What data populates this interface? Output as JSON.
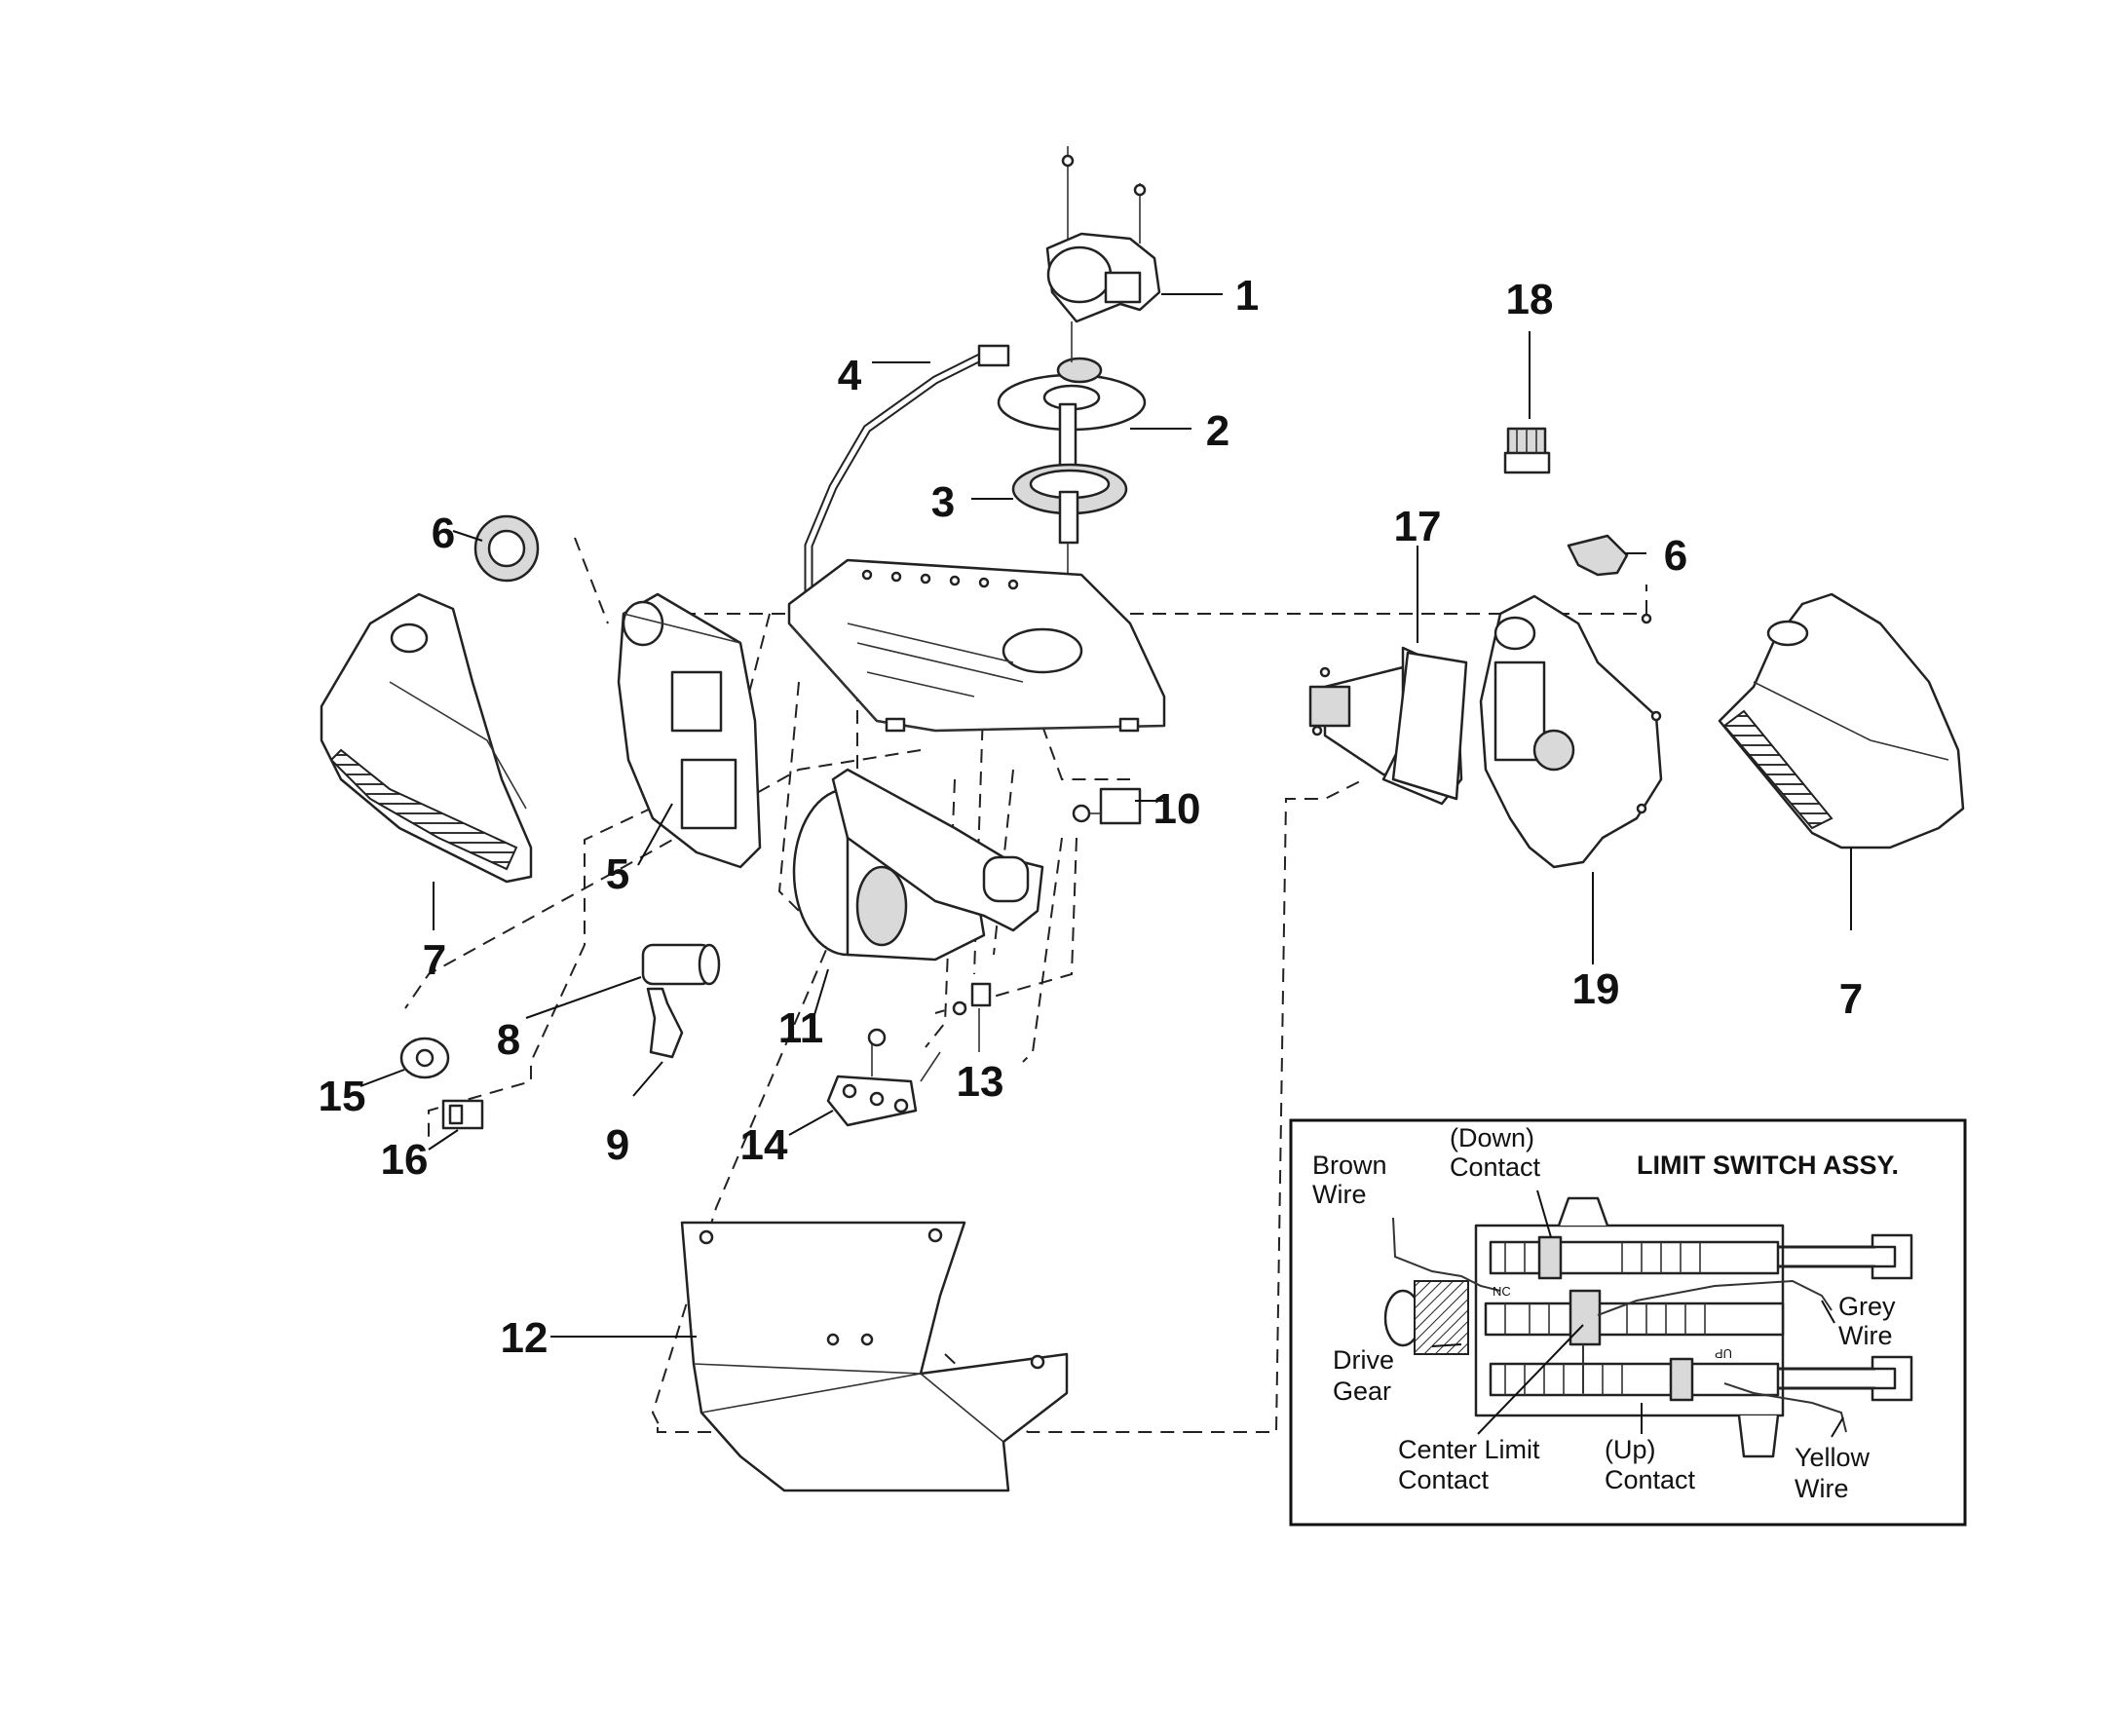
{
  "callouts": {
    "n1": "1",
    "n2": "2",
    "n3": "3",
    "n4": "4",
    "n5": "5",
    "n6a": "6",
    "n6b": "6",
    "n7a": "7",
    "n7b": "7",
    "n8": "8",
    "n9": "9",
    "n10": "10",
    "n11": "11",
    "n12": "12",
    "n13": "13",
    "n14": "14",
    "n15": "15",
    "n16": "16",
    "n17": "17",
    "n18": "18",
    "n19": "19"
  },
  "inset": {
    "title": "LIMIT SWITCH ASSY.",
    "brown_wire": [
      "Brown",
      "Wire"
    ],
    "down_contact": [
      "(Down)",
      "Contact"
    ],
    "grey_wire": [
      "Grey",
      "Wire"
    ],
    "drive_gear": [
      "Drive",
      "Gear"
    ],
    "center_limit_contact": [
      "Center Limit",
      "Contact"
    ],
    "up_contact": [
      "(Up)",
      "Contact"
    ],
    "yellow_wire": [
      "Yellow",
      "Wire"
    ],
    "nc_mark": "NC",
    "up_mark": "UP"
  }
}
